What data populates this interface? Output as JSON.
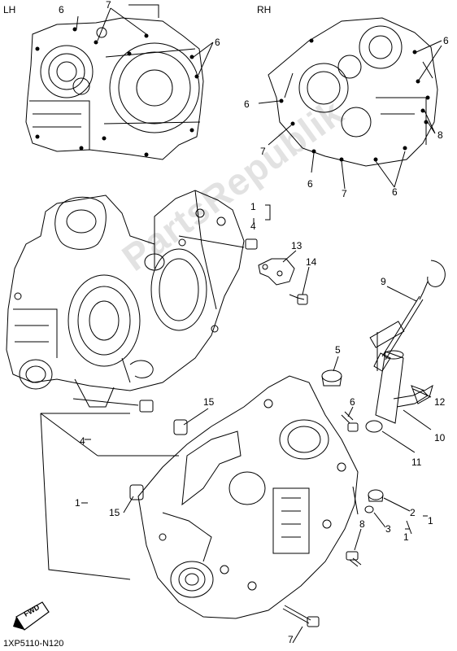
{
  "side_labels": {
    "lh": "LH",
    "rh": "RH"
  },
  "callouts": {
    "c1_top": "1",
    "c4_top": "4",
    "c13": "13",
    "c14": "14",
    "c9": "9",
    "c5": "5",
    "c6_mid": "6",
    "c12": "12",
    "c10": "10",
    "c11": "11",
    "c15_upper": "15",
    "c4_left": "4",
    "c1_left": "1",
    "c15_lower": "15",
    "c2": "2",
    "c1_right_a": "1",
    "c3": "3",
    "c1_right_b": "1",
    "c8_bottom": "8",
    "c7_bottom": "7",
    "lh_6": "6",
    "lh_7": "7",
    "lh_6_right": "6",
    "rh_6_top": "6",
    "rh_6_left": "6",
    "rh_7_left": "7",
    "rh_8": "8",
    "rh_6_bottom": "6",
    "rh_7_bottom": "7",
    "rh_6_bottom_right": "6"
  },
  "fwd_badge": "FWD",
  "diagram_code": "1XP5110-N120",
  "watermark": "PartsRepublik"
}
